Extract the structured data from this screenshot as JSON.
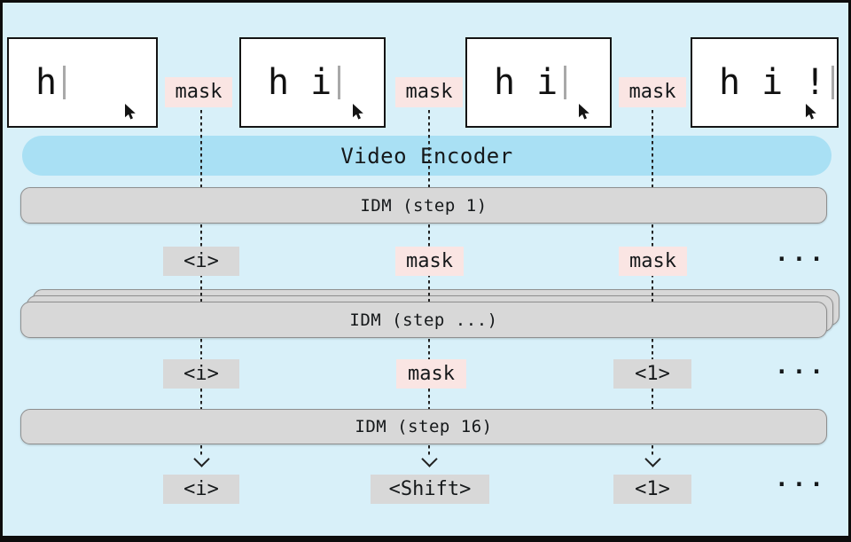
{
  "screens": [
    {
      "text": "h"
    },
    {
      "text": "h i"
    },
    {
      "text": "h i"
    },
    {
      "text": "h i !"
    }
  ],
  "top_mask_labels": [
    "mask",
    "mask",
    "mask"
  ],
  "bars": {
    "encoder": "Video Encoder",
    "idm_step1": "IDM (step 1)",
    "idm_step_mid": "IDM (step ...)",
    "idm_step16": "IDM (step 16)"
  },
  "rows": {
    "after_step1": [
      {
        "label": "<i>",
        "type": "token"
      },
      {
        "label": "mask",
        "type": "mask"
      },
      {
        "label": "mask",
        "type": "mask"
      },
      {
        "label": "...",
        "type": "ellipsis"
      }
    ],
    "after_step_mid": [
      {
        "label": "<i>",
        "type": "token"
      },
      {
        "label": "mask",
        "type": "mask"
      },
      {
        "label": "<1>",
        "type": "token"
      },
      {
        "label": "...",
        "type": "ellipsis"
      }
    ],
    "final": [
      {
        "label": "<i>",
        "type": "token"
      },
      {
        "label": "<Shift>",
        "type": "token"
      },
      {
        "label": "<1>",
        "type": "token"
      },
      {
        "label": "...",
        "type": "ellipsis"
      }
    ]
  },
  "colors": {
    "background": "#d8f0f9",
    "frame_border": "#0d0d0d",
    "encoder_fill": "#a9e0f4",
    "idm_bar_fill": "#d8d8d8",
    "idm_bar_border": "#8f8f8f",
    "mask_fill": "#fae5e3",
    "token_fill": "#d8d8d8",
    "screen_fill": "#ffffff",
    "text": "#15181a"
  }
}
